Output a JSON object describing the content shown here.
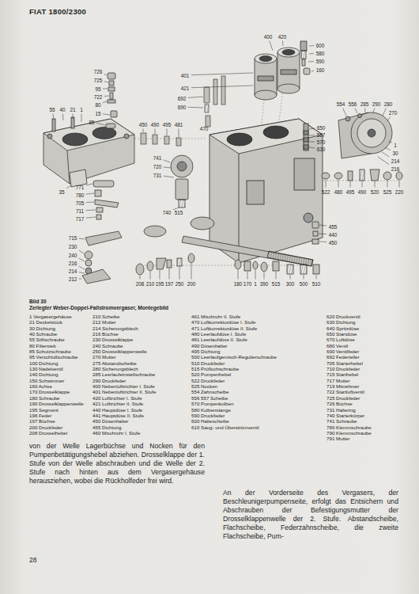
{
  "diagram": {
    "title": "FIAT 1800/2300",
    "caption": "Zerlegter Weber-Doppel-Fallstromvergaser, Montegebild",
    "labels": [
      "400",
      "420",
      "600",
      "580",
      "590",
      "160",
      "401",
      "421",
      "692",
      "690",
      "726",
      "725",
      "95",
      "722",
      "80",
      "15",
      "55",
      "40",
      "21",
      "1",
      "85",
      "450",
      "490",
      "495",
      "481",
      "470",
      "650",
      "557",
      "570",
      "630",
      "554",
      "556",
      "285",
      "290",
      "280",
      "270",
      "1",
      "30",
      "214",
      "216",
      "522",
      "480",
      "495",
      "490",
      "520",
      "525",
      "220",
      "455",
      "440",
      "450",
      "35",
      "771",
      "780",
      "705",
      "711",
      "717",
      "715",
      "230",
      "240",
      "216",
      "214",
      "212",
      "741",
      "720",
      "731",
      "740",
      "515",
      "208",
      "210",
      "195",
      "197",
      "250",
      "200",
      "180",
      "170",
      "1",
      "390",
      "515",
      "300",
      "500",
      "510",
      "Bild 30",
      "1 Vergasergehäuse",
      "21 Deckelstück",
      "30 Dichtung",
      "40 Schraube",
      "55 Stiftschraube",
      "80 Filtersieb",
      "85 Schutzschraube",
      "95 Verschlußschraube",
      "100 Dichtung",
      "130 Nadelventil",
      "140 Dichtung",
      "150 Schwimmer",
      "160 Achse",
      "170 Drosselklappe",
      "180 Schraube",
      "190 Drosselklappenwelle",
      "195 Segment",
      "196 Feder",
      "197 Büchse",
      "200 Druckfeder",
      "208 Drosselhebel",
      "210 Scheibe",
      "212 Mutter",
      "214 Sicherungsblech",
      "216 Büchse",
      "230 Drosselklappe",
      "240 Schraube",
      "250 Drosselklappenwelle",
      "270 Mutter",
      "275 Abstandscheibe",
      "280 Sicherungsblech",
      "285 Leerlaufeinstellschraube",
      "290 Druckfeder",
      "400 Nebenlufttrichter I. Stufe",
      "401 Nebenlufttrichter II. Stufe",
      "420 Lufttrichter I. Stufe",
      "421 Lufttrichter II. Stufe",
      "440 Hauptdüse I. Stufe",
      "441 Hauptdüse II. Stufe",
      "450 Düsenhalter",
      "455 Dichtung",
      "460 Mischrohr I. Stufe",
      "461 Mischrohr II. Stufe",
      "470 Luftkorrekturdüse I. Stufe",
      "471 Luftkorrekturdüse II. Stufe",
      "480 Leerlaufdüse I. Stufe",
      "481 Leerlaufdüse II. Stufe",
      "490 Düsenhalter",
      "495 Dichtung",
      "500 Leerlaufgemisch-Regulierschraube",
      "510 Druckfeder",
      "515 Prüflochschraube",
      "520 Pumpenhebel",
      "522 Druckfeder",
      "525 Nocken",
      "554 Zahnscheibe",
      "556 557 Scheibe",
      "570 Pumpenkolben",
      "580 Kolbenstange",
      "590 Druckfeder",
      "600 Haltescheibe",
      "610 Saug- und Überströmventil",
      "620 Druckventil",
      "630 Dichtung",
      "640 Spritzdüse",
      "650 Startdüse",
      "670 Luftdüse",
      "680 Ventil",
      "690 Ventilfeder",
      "692 Federteller",
      "705 Starterhebel",
      "710 Druckfeder",
      "715 Starthebel",
      "717 Mutter",
      "719 Mitnehmer",
      "722 Startluftventil",
      "725 Druckfeder",
      "726 Büchse",
      "731 Haltering",
      "740 Starterkörper",
      "741 Schraube",
      "780 Klemmschraube",
      "790 Klemmschraube",
      "791 Mutter",
      "von der Welle Lagerbüchse und Nocken für den Pumpenbetätigungshebel abziehen. Drosselklappe der 1. Stufe von der Welle abschrauben und die Welle der 2. Stufe nach hinten aus dem Vergasergehäuse herausziehen, wobei die Rückholfeder frei wird.",
      "An der Vorderseite des Vergasers, der Beschleunigerpumpenseite, erfolgt das Entsichern und Abschrauben der Befestigungsmutter der Drosselklappenwelle der 2. Stufe. Abstandscheibe, Flachscheibe, Federzahnscheibe, die zweite Flachscheibe, Pum-",
      "28"
    ]
  }
}
